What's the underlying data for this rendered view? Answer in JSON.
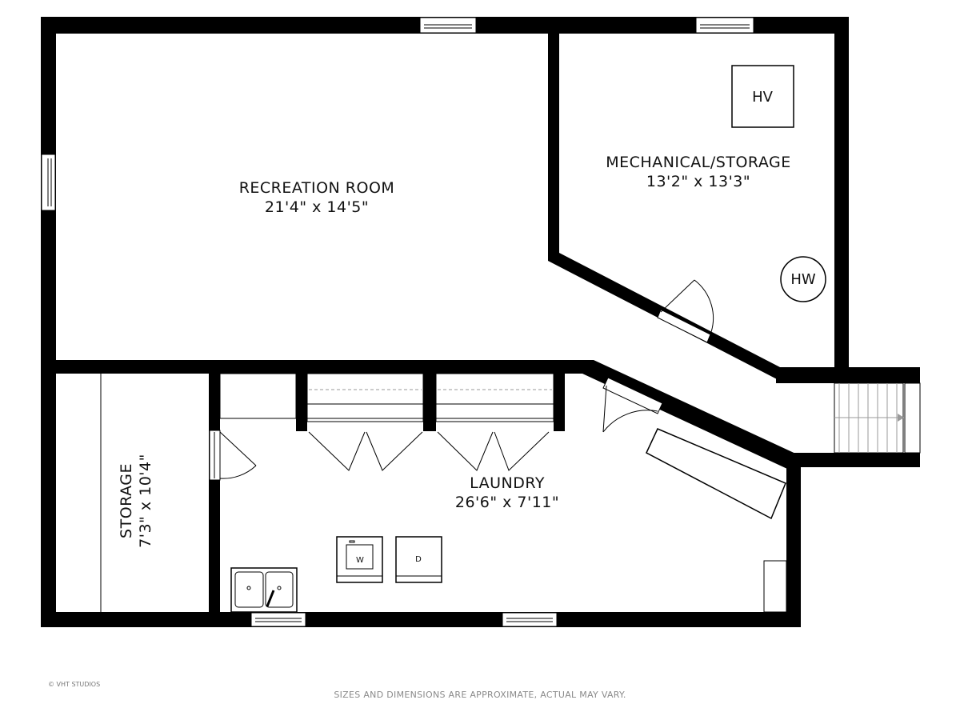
{
  "rooms": {
    "recreation": {
      "name": "RECREATION ROOM",
      "dims": "21'4\" x 14'5\""
    },
    "mechanical": {
      "name": "MECHANICAL/STORAGE",
      "dims": "13'2\" x 13'3\""
    },
    "laundry": {
      "name": "LAUNDRY",
      "dims": "26'6\" x 7'11\""
    },
    "storage": {
      "name": "STORAGE",
      "dims": "7'3\" x 10'4\""
    }
  },
  "fixtures": {
    "hvac": "HV",
    "water_heater": "HW",
    "washer": "W",
    "dryer": "D"
  },
  "footer": {
    "credit": "© VHT STUDIOS",
    "disclaimer": "SIZES AND DIMENSIONS ARE APPROXIMATE, ACTUAL MAY VARY."
  }
}
